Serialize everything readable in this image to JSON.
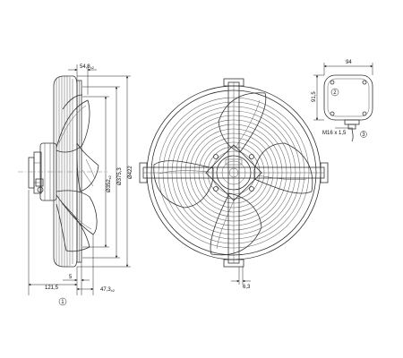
{
  "side_view": {
    "dim_top": "54,8",
    "dim_top_suffix": "x2",
    "dia_1": "Ø352",
    "dia_1_suffix": "x2",
    "dia_2": "Ø375,3",
    "dia_3": "Ø422",
    "dim_bottom_left": "121,5",
    "dim_bottom_mid": "5",
    "dim_bottom_right": "47,3",
    "dim_bottom_right_suffix": "x2",
    "marker": "1"
  },
  "front_view": {
    "dim_bottom": "6,3"
  },
  "terminal_box": {
    "width": "94",
    "height": "91,5",
    "marker": "2",
    "gland": "M16 x 1,5",
    "marker_3": "3"
  }
}
